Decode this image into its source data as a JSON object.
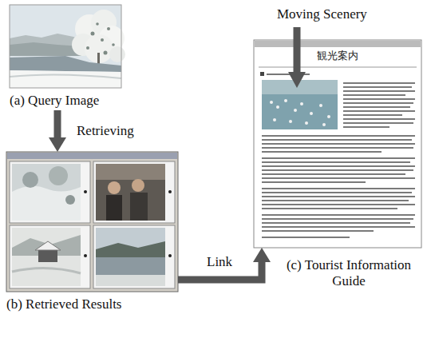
{
  "diagram": {
    "nodes": [
      {
        "text": [
          "(a) Query Image"
        ]
      },
      {
        "text": [
          "(b) Retrieved Results"
        ]
      },
      {
        "text": [
          "観光案内",
          "(c) Tourist Information Guide"
        ]
      }
    ],
    "edges": [
      {
        "from": 0,
        "to": 1,
        "label": "Retrieving",
        "arrow": "to"
      },
      {
        "from": 1,
        "to": 2,
        "label": "Link",
        "arrow": "to"
      }
    ],
    "labels": [
      "Moving Scenery"
    ]
  }
}
